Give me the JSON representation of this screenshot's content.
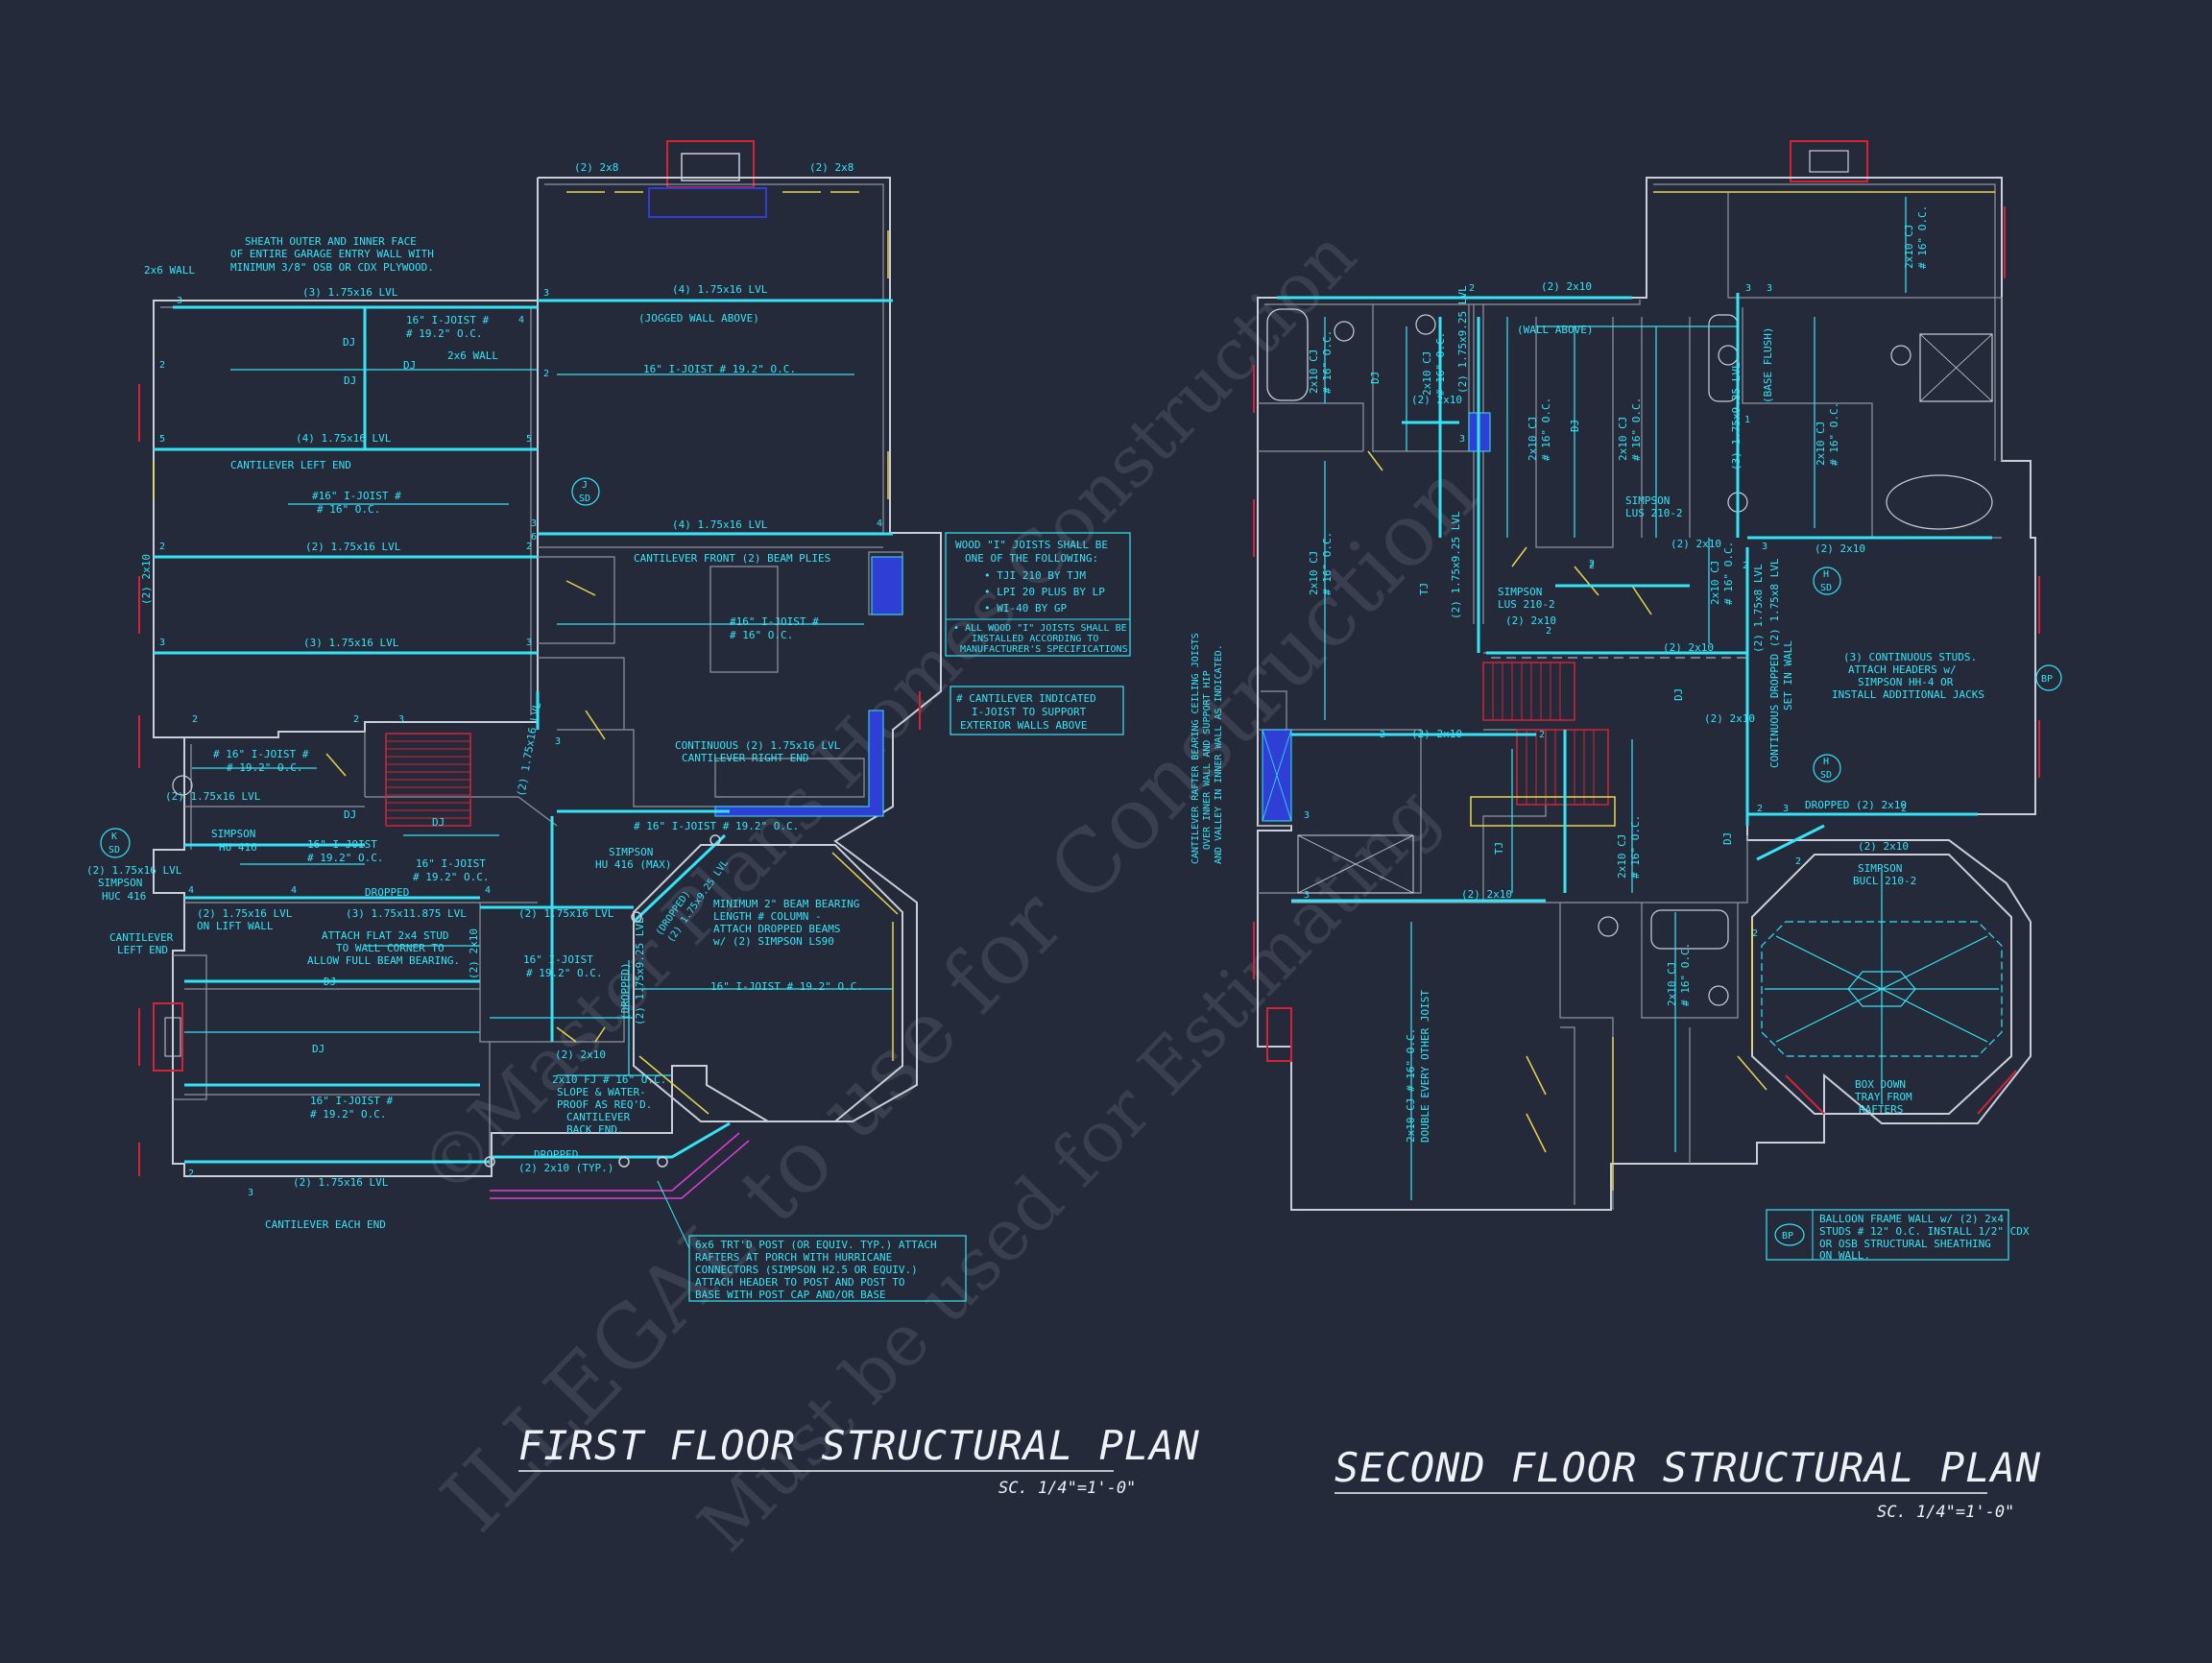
{
  "titles": {
    "first_floor": "FIRST FLOOR STRUCTURAL PLAN",
    "first_scale": "SC. 1/4\"=1'-0\"",
    "second_floor": "SECOND FLOOR STRUCTURAL PLAN",
    "second_scale": "SC. 1/4\"=1'-0\""
  },
  "watermark": {
    "line1": "©Master Plans Homes Construction",
    "line2": "ILLEGAL to use for Construction",
    "line3": "Must be used for Estimating"
  },
  "first": {
    "sheath_note": [
      "SHEATH OUTER AND INNER FACE",
      "OF ENTIRE GARAGE ENTRY WALL WITH",
      "MINIMUM 3/8\" OSB OR CDX PLYWOOD."
    ],
    "wall_2x6": "2x6 WALL",
    "wall_2x6b": "2x6 WALL",
    "hdr_2x8_left": "(2) 2x8",
    "hdr_2x8_right": "(2) 2x8",
    "lvl_1": "(3) 1.75x16 LVL",
    "lvl_top_right": "(4) 1.75x16 LVL",
    "jogged": "(JOGGED WALL ABOVE)",
    "ijoist_small": [
      "16\" I-JOIST #",
      "# 19.2\" O.C."
    ],
    "ijoist_right_top": "16\" I-JOIST # 19.2\" O.C.",
    "dj_labels": [
      "DJ",
      "DJ",
      "DJ",
      "DJ",
      "DJ",
      "DJ"
    ],
    "lvl_4": "(4) 1.75x16 LVL",
    "cant_left_end": "CANTILEVER LEFT END",
    "ijoist_16": [
      "#16\" I-JOIST #",
      "# 16\" O.C."
    ],
    "lvl_2": "(2) 1.75x16 LVL",
    "lvl_2_right": "(4) 1.75x16 LVL",
    "cant_front": "CANTILEVER FRONT (2) BEAM PLIES",
    "ijoist_kitchen": [
      "#16\" I-JOIST #",
      "# 16\" O.C."
    ],
    "lvl_3b": "(3) 1.75x16 LVL",
    "left_2x10": "(2) 2x10",
    "sd_j": [
      "J",
      "SD"
    ],
    "sd_k": [
      "K",
      "SD"
    ],
    "continuous_lvl": [
      "CONTINUOUS (2) 1.75x16 LVL",
      "CANTILEVER RIGHT END"
    ],
    "ijoist_mid": [
      "# 16\" I-JOIST #",
      "# 19.2\" O.C."
    ],
    "lvl_1_75x16_a": "(2) 1.75x16 LVL",
    "simpson_hu416": [
      "SIMPSON",
      "HU 416"
    ],
    "simpson_huc416": [
      "SIMPSON",
      "HUC 416"
    ],
    "lvl_left_small": "(2) 1.75x16 LVL",
    "ijoist_small2": [
      "16\" I-JOIST",
      "# 19.2\" O.C."
    ],
    "ijoist_stair": "# 16\" I-JOIST # 19.2\" O.C.",
    "lvl_vert_stair": "(2) 1.75x16 LVL",
    "simpson_hu416max": [
      "SIMPSON",
      "HU 416 (MAX)"
    ],
    "ijoist_center": [
      "16\" I-JOIST",
      "# 19.2\" O.C."
    ],
    "dropped1": "DROPPED",
    "lvl_on_lift": [
      "(2) 1.75x16 LVL",
      "ON LIFT WALL"
    ],
    "lvl_11875": "(3) 1.75x11.875 LVL",
    "lvl_1_75x16_b": "(2) 1.75x16 LVL",
    "cant_left_end2": [
      "CANTILEVER",
      "LEFT END"
    ],
    "attach_flat": [
      "ATTACH FLAT 2x4 STUD",
      "TO WALL CORNER TO",
      "ALLOW FULL BEAM BEARING."
    ],
    "min_beam": [
      "MINIMUM 2\" BEAM BEARING",
      "LENGTH # COLUMN -",
      "ATTACH DROPPED BEAMS",
      "w/ (2) SIMPSON LS90"
    ],
    "dropped_lvl_diag": [
      "(DROPPED)",
      "(2) 1.75x9.25 LVL"
    ],
    "ijoist_octagon": "16\" I-JOIST # 19.2\" O.C.",
    "ijoist_lower": [
      "16\" I-JOIST",
      "# 19.2\" O.C."
    ],
    "dj_lower": "DJ",
    "ijoist_lower2": [
      "16\" I-JOIST #",
      "# 19.2\" O.C."
    ],
    "v_2x10": "(2) 2x10",
    "dropped_v": "(DROPPED)",
    "lvl_925_v": "(2) 1.75x9.25 LVL",
    "hdr_2x10": "(2) 2x10",
    "fj_note": [
      "2x10 FJ # 16\" O.C.",
      "SLOPE & WATER-",
      "PROOF AS REQ'D.",
      "CANTILEVER",
      "BACK END."
    ],
    "dropped2": "DROPPED",
    "hdr_2x10_typ": "(2) 2x10 (TYP.)",
    "lvl_bottom": "(2) 1.75x16 LVL",
    "cant_each_end": "CANTILEVER EACH END",
    "post_note": [
      "6x6 TRT'D POST (OR EQUIV. TYP.) ATTACH",
      "RAFTERS AT PORCH WITH HURRICANE",
      "CONNECTORS (SIMPSON H2.5 OR EQUIV.)",
      "ATTACH HEADER TO POST AND POST TO",
      "BASE WITH POST CAP AND/OR BASE"
    ],
    "wood_joist_note": [
      "WOOD \"I\" JOISTS SHALL BE",
      "ONE OF THE FOLLOWING:",
      "• TJI 210 BY TJM",
      "• LPI 20 PLUS BY LP",
      "• WI-40 BY GP",
      "• ALL WOOD \"I\" JOISTS SHALL BE",
      "INSTALLED ACCORDING TO",
      "MANUFACTURER'S SPECIFICATIONS"
    ],
    "cant_indicated": [
      "# CANTILEVER INDICATED",
      "I-JOIST TO SUPPORT",
      "EXTERIOR WALLS ABOVE"
    ],
    "beam_nums": [
      "3",
      "3",
      "4",
      "2",
      "2",
      "5",
      "5",
      "2",
      "2",
      "3",
      "3",
      "3",
      "6",
      "4",
      "2",
      "2",
      "3",
      "3",
      "4",
      "4",
      "4",
      "2",
      "3"
    ]
  },
  "second": {
    "h_2x10_top": "(2) 2x10",
    "wall_above": "(WALL ABOVE)",
    "cj_top": [
      "2x10 CJ",
      "# 16\" O.C."
    ],
    "cj_bath": [
      "2x10 CJ",
      "# 16\" O.C."
    ],
    "dj_a": "DJ",
    "cj_b": [
      "2x10 CJ",
      "# 16\" O.C."
    ],
    "lvl_925_a": "(2) 1.75x9.25 LVL",
    "cj_c": [
      "2x10 CJ",
      "# 16\" O.C."
    ],
    "dj_b": "DJ",
    "cj_d": [
      "2x10 CJ",
      "# 16\" O.C."
    ],
    "base_flush": "(BASE FLUSH)",
    "lvl_3_925": "(3) 1.75x9.25 LVL",
    "cj_e": [
      "2x10 CJ",
      "# 16\" O.C."
    ],
    "h_2x10_b": "(2) 2x10",
    "cj_large": [
      "2x10 CJ",
      "# 16\" O.C."
    ],
    "tj": "TJ",
    "lvl_925_b": "(2) 1.75x9.25 LVL",
    "simpson_lus_a": [
      "SIMPSON",
      "LUS 210-2"
    ],
    "simpson_lus_b": [
      "SIMPSON",
      "LUS 210-2"
    ],
    "h_2x10_c": "(2) 2x10",
    "h_2x10_d": "(2) 2x10",
    "h_2x10_e": "(2) 2x10",
    "cj_f": [
      "2x10 CJ",
      "# 16\" O.C."
    ],
    "h_2x10_f": "(2) 2x10",
    "dj_c": "DJ",
    "h_2x10_g": "(2) 2x10",
    "h_2x10_h": "(2) 2x10",
    "lvl_875": "(2) 1.75x8 LVL",
    "cont_dropped": [
      "CONTINUOUS DROPPED (2) 1.75x8 LVL",
      "SET IN WALL"
    ],
    "studs_note": [
      "(3) CONTINUOUS STUDS.",
      "ATTACH HEADERS w/",
      "SIMPSON HH-4 OR",
      "INSTALL ADDITIONAL JACKS"
    ],
    "bp": "BP",
    "sd_h1": [
      "H",
      "SD"
    ],
    "sd_h2": [
      "H",
      "SD"
    ],
    "dropped_2x10": "DROPPED (2) 2x10",
    "h_2x10_i": "(2) 2x10",
    "simpson_bucl": [
      "SIMPSON",
      "BUCL 210-2"
    ],
    "cant_rafter_note": [
      "CANTILEVER RAFTER BEARING CEILING JOISTS",
      "OVER INNER WALL AND SUPPORT HIP",
      "AND VALLEY IN INNER WALL AS INDICATED."
    ],
    "tj_b": "TJ",
    "dj_d": "DJ",
    "cj_g": [
      "2x10 CJ",
      "# 16\" O.C."
    ],
    "h_2x10_j": "(2) 2x10",
    "cj_bath2": [
      "2x10 CJ",
      "# 16\" O.C."
    ],
    "cj_double": [
      "2x10 CJ # 16\" O.C.",
      "DOUBLE EVERY OTHER JOIST"
    ],
    "box_down": [
      "BOX DOWN",
      "TRAY FROM",
      "RAFTERS"
    ],
    "balloon_note": [
      "BALLOON FRAME WALL w/ (2) 2x4",
      "STUDS # 12\" O.C. INSTALL 1/2\" CDX",
      "OR OSB STRUCTURAL SHEATHING",
      "ON WALL."
    ],
    "bp_key": "BP",
    "beam_nums": [
      "2",
      "3",
      "3",
      "1",
      "3",
      "2",
      "2",
      "2",
      "3",
      "2",
      "2",
      "3",
      "2",
      "3",
      "2",
      "2",
      "2",
      "3",
      "2"
    ]
  },
  "colors": {
    "background": "#252a3b",
    "cyan": "#35e4f4",
    "wall": "#c9ced8",
    "yellow": "#e6d54a",
    "red": "#d52335",
    "blue": "#2f3fd6",
    "magenta": "#e33cd8",
    "title": "#eef1f6"
  }
}
